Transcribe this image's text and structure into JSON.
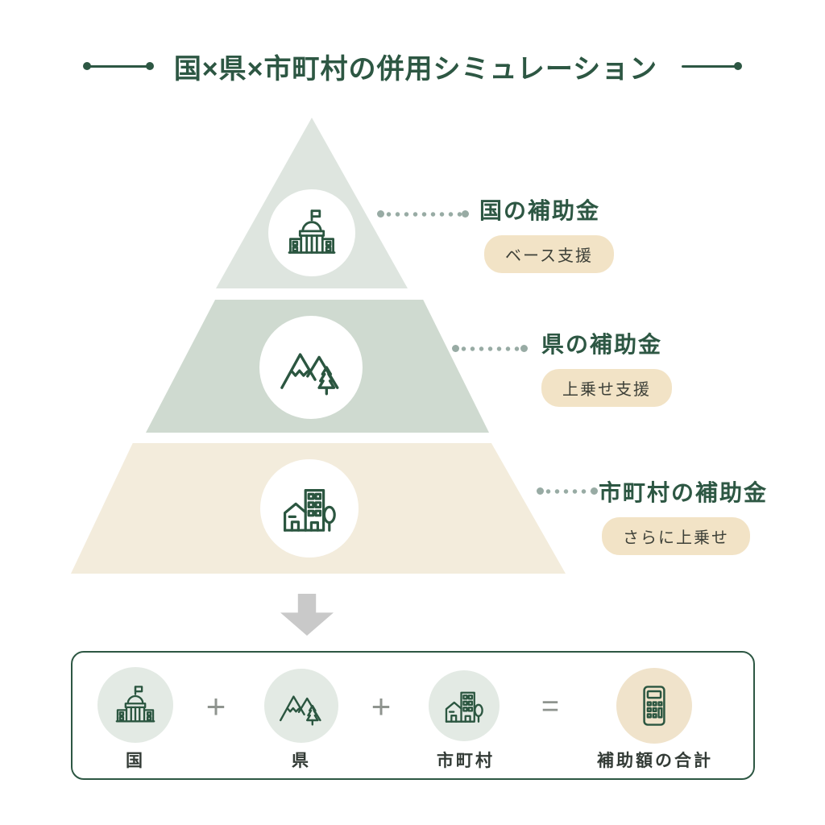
{
  "title": {
    "text": "国×県×市町村の併用シミュレーション"
  },
  "pyramid": {
    "tiers": [
      {
        "name": "national",
        "label": "国の補助金",
        "tag": "ベース支援"
      },
      {
        "name": "prefecture",
        "label": "県の補助金",
        "tag": "上乗せ支援"
      },
      {
        "name": "municipality",
        "label": "市町村の補助金",
        "tag": "さらに上乗せ"
      }
    ]
  },
  "formula": {
    "item1": {
      "label": "国"
    },
    "item2": {
      "label": "県"
    },
    "item3": {
      "label": "市町村"
    },
    "result": {
      "label": "補助額の合計"
    },
    "plus": "+",
    "equals": "="
  },
  "icons": {
    "tier1": "government-building-icon",
    "tier2": "mountain-tree-icon",
    "tier3": "town-buildings-icon",
    "result": "calculator-icon"
  },
  "colors": {
    "accent_green": "#2d5743",
    "icon_green": "#2b5640",
    "tier_top": "#dee5df",
    "tier_mid": "#cfdad0",
    "tier_bottom": "#f3ecdc",
    "pill_bg": "#f2e3c6",
    "pill_text": "#3d4038",
    "circle_sage": "#e3eae4",
    "circle_beige": "#f0e3cb",
    "dot_color": "#98aba4",
    "op_gray": "#8f948f",
    "arrow_gray": "#c9c9c9",
    "label_dark": "#333b36"
  }
}
